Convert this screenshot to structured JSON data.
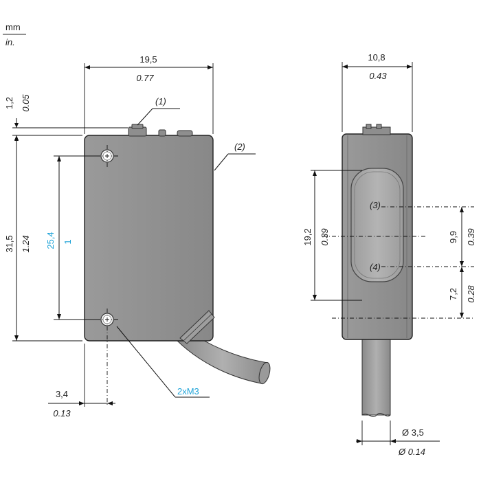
{
  "units": {
    "primary": "mm",
    "secondary": "in."
  },
  "front_view": {
    "width_mm": "19,5",
    "width_in": "0.77",
    "height_mm": "31,5",
    "height_in": "1.24",
    "top_offset_mm": "1,2",
    "top_offset_in": "0.05",
    "hole_spacing_mm": "25,4",
    "hole_spacing_in": "1",
    "hole_offset_mm": "3,4",
    "hole_offset_in": "0.13",
    "hole_callout": "2xM3",
    "ref1": "(1)",
    "ref2": "(2)"
  },
  "side_view": {
    "width_mm": "10,8",
    "width_in": "0.43",
    "window_mm": "19,2",
    "window_in": "0.39",
    "upper_mm": "9,9",
    "upper_in": "0.39",
    "lower_mm": "7,2",
    "lower_in": "0.28",
    "cable_diameter_mm": "Ø 3,5",
    "cable_diameter_in": "Ø 0.14",
    "ref3": "(3)",
    "ref4": "(4)"
  },
  "colors": {
    "body": "#8e8e8e",
    "window": "#a8a8a8",
    "accent": "#1fa3d8"
  }
}
